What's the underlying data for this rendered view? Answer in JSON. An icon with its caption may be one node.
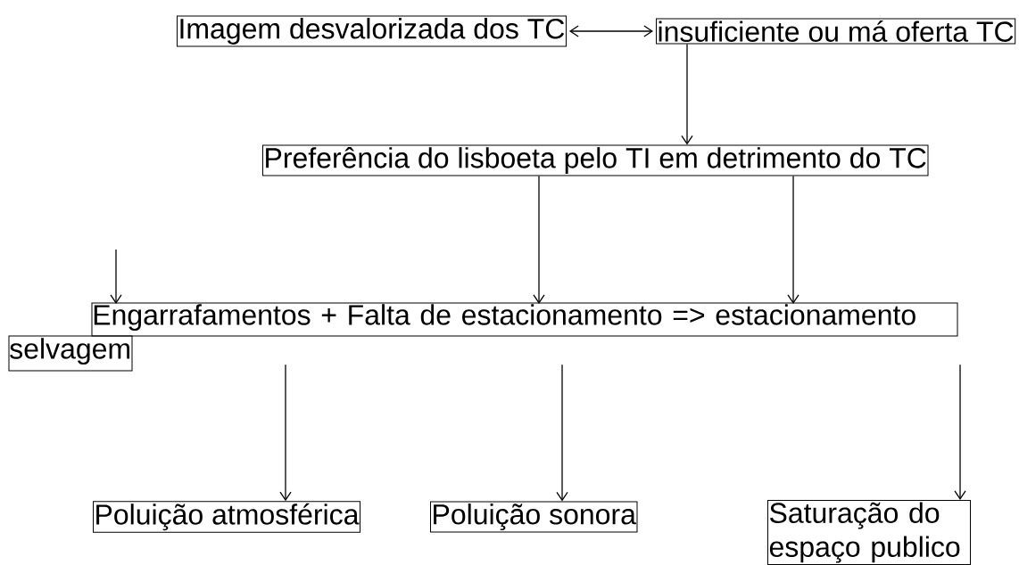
{
  "diagram": {
    "nodes": [
      {
        "text": [
          "Imagem desvalorizada dos TC"
        ]
      },
      {
        "text": [
          "insuficiente ou má oferta TC"
        ]
      },
      {
        "text": [
          "Preferência do lisboeta pelo TI em detrimento do TC"
        ]
      },
      {
        "text": [
          "Engarrafamentos + Falta de estacionamento => estacionamento selvagem"
        ]
      },
      {
        "text": [
          "Poluição atmosférica"
        ]
      },
      {
        "text": [
          "Poluição sonora"
        ]
      },
      {
        "text": [
          "Saturação do espaço publico"
        ]
      }
    ],
    "edges": [
      {
        "from": 0,
        "to": 1,
        "arrow": "both"
      },
      {
        "from": 1,
        "to": 2,
        "arrow": "to"
      },
      {
        "from": 2,
        "to": 3,
        "arrow": "to"
      },
      {
        "from": 2,
        "to": 3,
        "arrow": "to"
      },
      {
        "from": null,
        "to": 3,
        "arrow": "to"
      },
      {
        "from": 3,
        "to": 4,
        "arrow": "to"
      },
      {
        "from": 3,
        "to": 5,
        "arrow": "to"
      },
      {
        "from": 3,
        "to": 6,
        "arrow": "to"
      }
    ]
  }
}
